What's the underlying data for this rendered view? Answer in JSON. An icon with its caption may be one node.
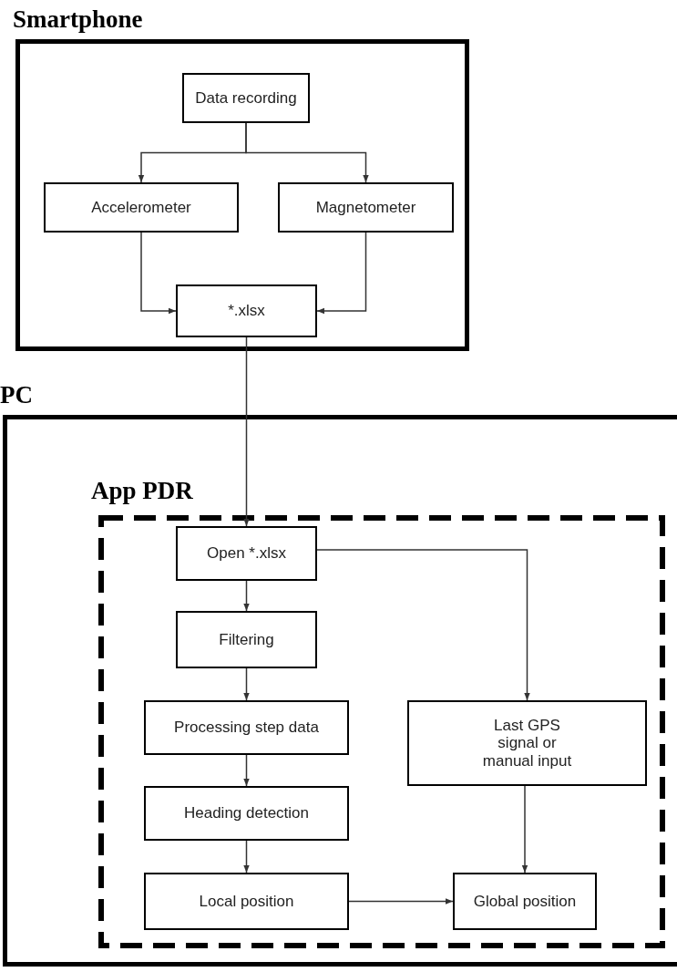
{
  "diagram": {
    "nodes": [
      {
        "text": [
          "Smartphone"
        ]
      },
      {
        "text": [
          "Data recording"
        ],
        "in": 0
      },
      {
        "text": [
          "Accelerometer"
        ],
        "in": 0
      },
      {
        "text": [
          "Magnetometer"
        ],
        "in": 0
      },
      {
        "text": [
          "*.xlsx"
        ],
        "in": 0
      },
      {
        "text": [
          "PC"
        ]
      },
      {
        "text": [
          "App PDR"
        ],
        "in": 5
      },
      {
        "text": [
          "Open *.xlsx"
        ],
        "in": 6
      },
      {
        "text": [
          "Filtering"
        ],
        "in": 6
      },
      {
        "text": [
          "Processing step data"
        ],
        "in": 6
      },
      {
        "text": [
          "Heading detection"
        ],
        "in": 6
      },
      {
        "text": [
          "Local position"
        ],
        "in": 6
      },
      {
        "text": [
          "Last GPS signal or manual input"
        ],
        "in": 6
      },
      {
        "text": [
          "Global position"
        ],
        "in": 6
      }
    ],
    "edges": [
      {
        "from": 1,
        "to": 2,
        "arrow": "to"
      },
      {
        "from": 1,
        "to": 3,
        "arrow": "to"
      },
      {
        "from": 2,
        "to": 4,
        "arrow": "to"
      },
      {
        "from": 3,
        "to": 4,
        "arrow": "to"
      },
      {
        "from": 4,
        "to": 7,
        "arrow": "to"
      },
      {
        "from": 7,
        "to": 8,
        "arrow": "to"
      },
      {
        "from": 8,
        "to": 9,
        "arrow": "to"
      },
      {
        "from": 9,
        "to": 10,
        "arrow": "to"
      },
      {
        "from": 10,
        "to": 11,
        "arrow": "to"
      },
      {
        "from": 7,
        "to": 12,
        "arrow": "to"
      },
      {
        "from": 12,
        "to": 13,
        "arrow": "to"
      },
      {
        "from": 11,
        "to": 13,
        "arrow": "to"
      }
    ]
  }
}
